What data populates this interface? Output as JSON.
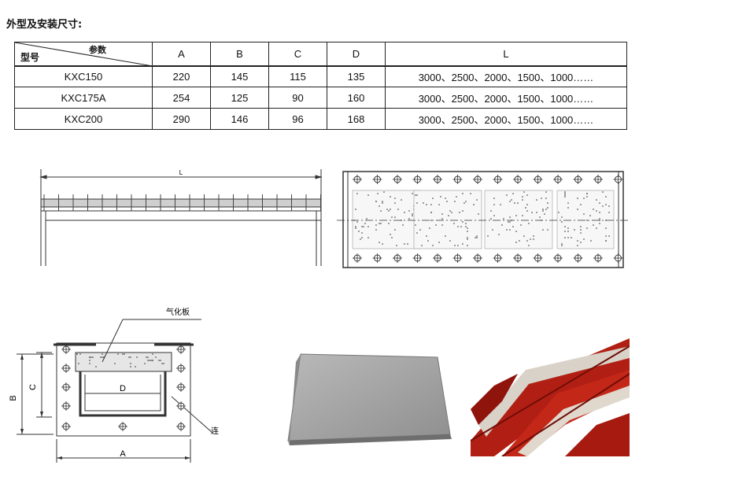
{
  "title": "外型及安装尺寸:",
  "table": {
    "corner_param": "参数",
    "corner_model": "型号",
    "columns": [
      "A",
      "B",
      "C",
      "D",
      "L"
    ],
    "rows": [
      {
        "model": "KXC150",
        "A": "220",
        "B": "145",
        "C": "115",
        "D": "135",
        "L": "3000、2500、2000、1500、1000……"
      },
      {
        "model": "KXC175A",
        "A": "254",
        "B": "125",
        "C": "90",
        "D": "160",
        "L": "3000、2500、2000、1500、1000……"
      },
      {
        "model": "KXC200",
        "A": "290",
        "B": "146",
        "C": "96",
        "D": "168",
        "L": "3000、2500、2000、1500、1000……"
      }
    ]
  },
  "side_view": {
    "dim_label": "L"
  },
  "cross_section": {
    "callout_top": "气化板",
    "callout_bottom": "连接法兰",
    "dim_a": "A",
    "dim_b": "B",
    "dim_c": "C",
    "dim_d": "D"
  }
}
